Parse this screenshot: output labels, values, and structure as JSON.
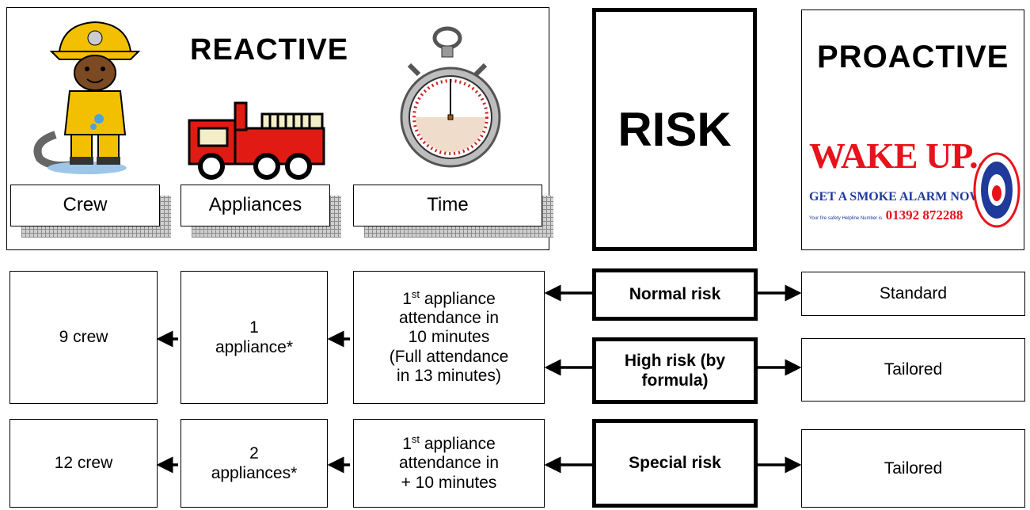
{
  "reactive_panel": {
    "title": "REACTIVE",
    "labels": [
      "Crew",
      "Appliances",
      "Time"
    ]
  },
  "risk_panel": {
    "title": "RISK"
  },
  "proactive_panel": {
    "title": "PROACTIVE",
    "poster": {
      "headline": "WAKE UP...",
      "subline": "GET A SMOKE ALARM NOW!",
      "helpline_label": "Your fire safety Helpline Number is",
      "helpline_number": "01392 872288"
    }
  },
  "rows": {
    "crew_9": "9 crew",
    "appliance_1_num": "1",
    "appliance_1_text": "appliance*",
    "attendance_1": {
      "ordinal_num": "1",
      "ordinal_sup": "st",
      "line1_rest": " appliance",
      "line2": "attendance in",
      "line3": "10 minutes",
      "line4": "(Full attendance",
      "line5": "in 13 minutes)"
    },
    "normal_risk": "Normal risk",
    "high_risk_line1": "High risk (by",
    "high_risk_line2": "formula)",
    "standard": "Standard",
    "tailored_1": "Tailored",
    "crew_12": "12 crew",
    "appliance_2_num": "2",
    "appliance_2_text": "appliances*",
    "attendance_2": {
      "ordinal_num": "1",
      "ordinal_sup": "st",
      "line1_rest": " appliance",
      "line2": "attendance in",
      "line3": "+ 10 minutes"
    },
    "special_risk": "Special risk",
    "tailored_2": "Tailored"
  },
  "colors": {
    "poster_red": "#e8121a",
    "poster_blue": "#1f3a9a",
    "engine_red": "#e11b14",
    "firefighter_yellow": "#f2c000"
  },
  "icons": [
    "firefighter-icon",
    "fire-engine-icon",
    "stopwatch-icon",
    "fire-service-logo-icon",
    "arrow-icon"
  ]
}
